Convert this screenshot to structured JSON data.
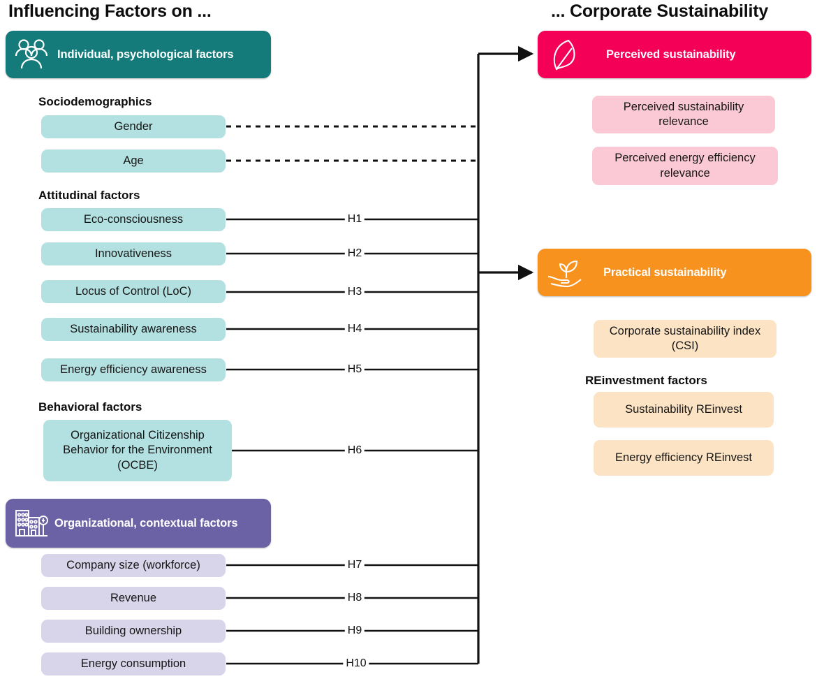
{
  "headers": {
    "left": "Influencing Factors on ...",
    "right": "... Corporate Sustainability"
  },
  "groups": {
    "individual": {
      "label": "Individual, psychological factors",
      "icon": "people-group-icon",
      "color": "#157a7a"
    },
    "organizational": {
      "label": "Organizational, contextual factors",
      "icon": "buildings-icon",
      "color": "#6b61a5"
    },
    "perceived": {
      "label": "Perceived sustainability",
      "icon": "leaf-icon",
      "color": "#f50057"
    },
    "practical": {
      "label": "Practical sustainability",
      "icon": "hand-sprout-icon",
      "color": "#f7921e"
    }
  },
  "sections": {
    "sociodemographics": "Sociodemographics",
    "attitudinal": "Attitudinal factors",
    "behavioral": "Behavioral factors",
    "reinvestment": "REinvestment factors"
  },
  "left_factors": [
    {
      "label": "Gender",
      "hypothesis": "",
      "line": "dashed"
    },
    {
      "label": "Age",
      "hypothesis": "",
      "line": "dashed"
    },
    {
      "label": "Eco-consciousness",
      "hypothesis": "H1",
      "line": "solid"
    },
    {
      "label": "Innovativeness",
      "hypothesis": "H2",
      "line": "solid"
    },
    {
      "label": "Locus of Control (LoC)",
      "hypothesis": "H3",
      "line": "solid"
    },
    {
      "label": "Sustainability awareness",
      "hypothesis": "H4",
      "line": "solid"
    },
    {
      "label": "Energy efficiency awareness",
      "hypothesis": "H5",
      "line": "solid"
    },
    {
      "label": "Organizational Citizenship Behavior for the Environment (OCBE)",
      "hypothesis": "H6",
      "line": "solid"
    },
    {
      "label": "Company size (workforce)",
      "hypothesis": "H7",
      "line": "solid"
    },
    {
      "label": "Revenue",
      "hypothesis": "H8",
      "line": "solid"
    },
    {
      "label": "Building ownership",
      "hypothesis": "H9",
      "line": "solid"
    },
    {
      "label": "Energy consumption",
      "hypothesis": "H10",
      "line": "solid"
    }
  ],
  "right_factors": {
    "perceived": [
      "Perceived sustainability relevance",
      "Perceived energy efficiency relevance"
    ],
    "practical_index": "Corporate sustainability index (CSI)",
    "reinvest": [
      "Sustainability REinvest",
      "Energy efficiency REinvest"
    ]
  },
  "colors": {
    "teal": "#157a7a",
    "teal_light": "#b3e0e0",
    "purple": "#6b61a5",
    "purple_light": "#d8d5ea",
    "pink": "#f50057",
    "pink_light": "#fbc9d6",
    "orange": "#f7921e",
    "orange_light": "#fce3c4",
    "wire": "#111111"
  }
}
